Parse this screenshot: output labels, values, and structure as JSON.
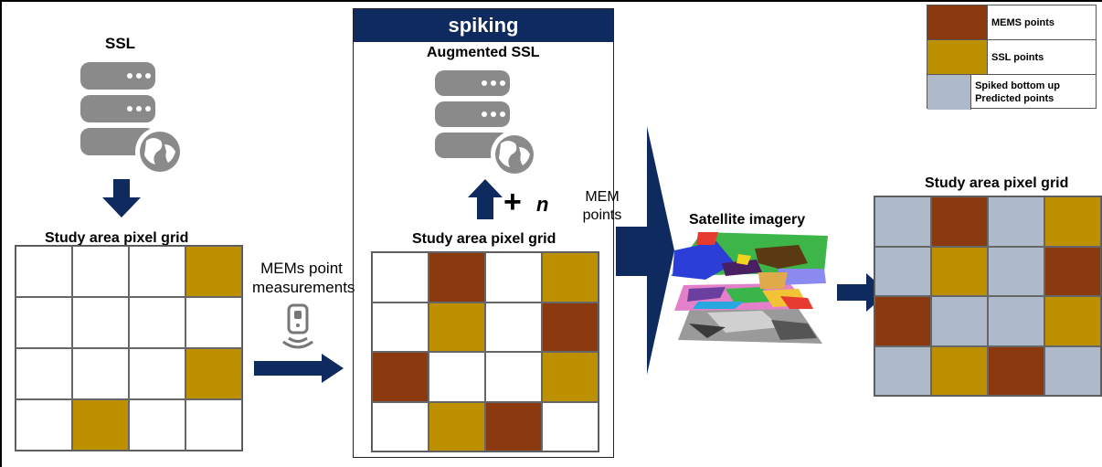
{
  "colors": {
    "mems": "#8b3a10",
    "ssl": "#bd9000",
    "predicted": "#aeb9c9",
    "empty": "#ffffff",
    "navy": "#0f2a5e",
    "db_gray": "#8a8a8a"
  },
  "left_panel": {
    "db_title": "SSL",
    "db_icon": "database-globe-icon",
    "grid_title": "Study area pixel grid",
    "grid": [
      [
        "empty",
        "empty",
        "empty",
        "ssl"
      ],
      [
        "empty",
        "empty",
        "empty",
        "empty"
      ],
      [
        "empty",
        "empty",
        "empty",
        "ssl"
      ],
      [
        "empty",
        "ssl",
        "empty",
        "empty"
      ]
    ]
  },
  "mems_step": {
    "label_line1": "MEMs point",
    "label_line2": "measurements",
    "sensor_icon": "sensor-signal-icon"
  },
  "spiking_panel": {
    "header": "spiking",
    "db_title": "Augmented SSL",
    "db_icon": "database-globe-icon",
    "plus": "+",
    "n": "n",
    "mem_line1": "MEM",
    "mem_line2": "points",
    "grid_title": "Study area pixel grid",
    "grid": [
      [
        "empty",
        "mems",
        "empty",
        "ssl"
      ],
      [
        "empty",
        "ssl",
        "empty",
        "mems"
      ],
      [
        "mems",
        "empty",
        "empty",
        "ssl"
      ],
      [
        "empty",
        "ssl",
        "mems",
        "empty"
      ]
    ]
  },
  "satellite": {
    "label": "Satellite imagery",
    "icon": "satellite-layers-icon"
  },
  "right_panel": {
    "grid_title": "Study area pixel grid",
    "grid": [
      [
        "predicted",
        "mems",
        "predicted",
        "ssl"
      ],
      [
        "predicted",
        "ssl",
        "predicted",
        "mems"
      ],
      [
        "mems",
        "predicted",
        "predicted",
        "ssl"
      ],
      [
        "predicted",
        "ssl",
        "mems",
        "predicted"
      ]
    ]
  },
  "legend": [
    {
      "key": "mems",
      "label": "MEMS points"
    },
    {
      "key": "ssl",
      "label": "SSL points"
    },
    {
      "key": "predicted",
      "label": "Spiked bottom up Predicted points"
    }
  ]
}
